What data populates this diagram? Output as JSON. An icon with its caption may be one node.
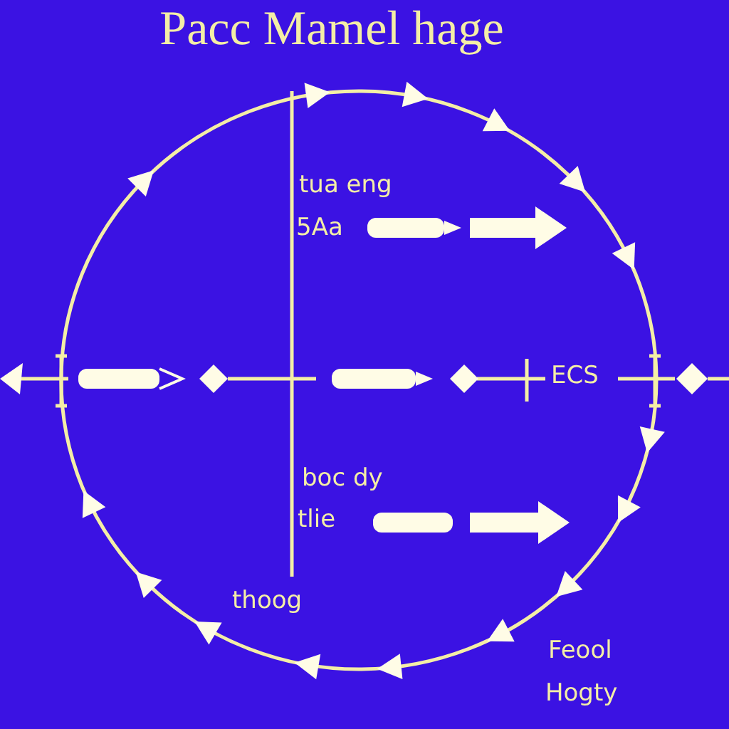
{
  "diagram": {
    "title": "Pacc Mamel hage",
    "labels": [
      "tua eng",
      "5Aa",
      "ECS",
      "boc dy",
      "tlie",
      "thoog",
      "Feool",
      "Hogty"
    ]
  }
}
